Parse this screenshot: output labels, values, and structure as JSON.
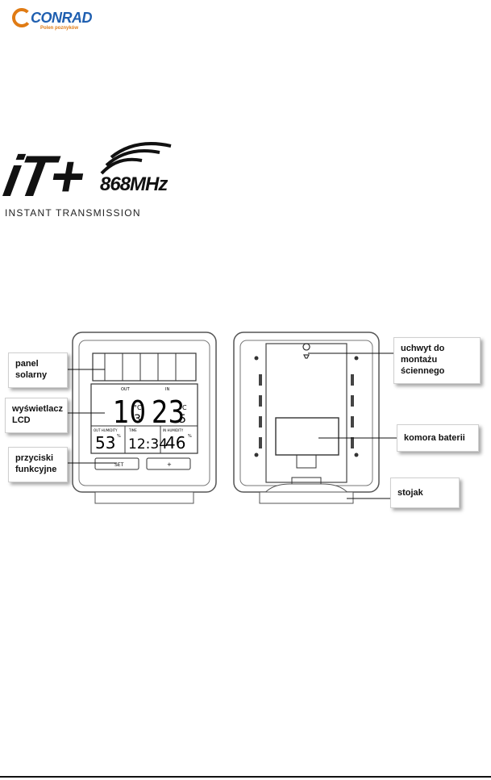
{
  "brand": {
    "name": "CONRAD",
    "tagline": "Polen poznyków"
  },
  "logo": {
    "main": "iT+",
    "frequency": "868MHz",
    "subtitle": "INSTANT TRANSMISSION"
  },
  "diagram": {
    "labels": {
      "solar_panel": "panel\nsolarny",
      "lcd": "wyświetlacz\nLCD",
      "buttons": "przyciski\nfunkcyjne",
      "wall_mount": "uchwyt do\nmontażu\nściennego",
      "battery": "komora baterii",
      "stand": "stojak"
    },
    "display": {
      "row1_left_label": "OUT",
      "row1_right_label": "IN",
      "temp_out_int": "10",
      "temp_out_dec": "3",
      "temp_out_unit": "°C",
      "temp_in_int": "23",
      "temp_in_dec": "5",
      "temp_in_unit": "°C",
      "row2_label_left": "OUT HUMIDITY",
      "row2_label_mid": "TIME",
      "row2_label_right": "IN HUMIDITY",
      "humidity_out": "53",
      "time": "12:34",
      "humidity_in": "46",
      "percent": "%"
    },
    "buttons": {
      "left": "SET",
      "right": "+"
    }
  }
}
